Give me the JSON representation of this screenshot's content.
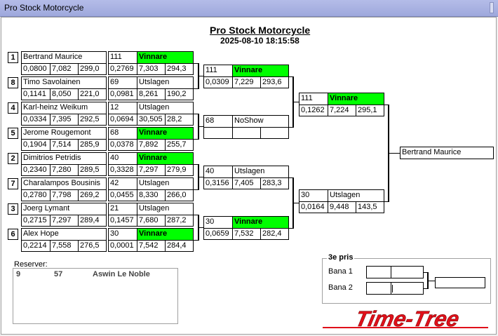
{
  "window": {
    "title": "Pro Stock Motorcycle"
  },
  "header": {
    "title": "Pro Stock Motorcycle",
    "datetime": "2025-08-10 18:15:58"
  },
  "round1": [
    {
      "seed": "1",
      "name": "Bertrand Maurice",
      "rt": "0,0800",
      "et": "7,082",
      "speed": "299,0",
      "lane": "111",
      "result": "Vinnare",
      "rt2": "0,2769",
      "et2": "7,303",
      "speed2": "294,3"
    },
    {
      "seed": "8",
      "name": "Timo Savolainen",
      "rt": "0,1141",
      "et": "8,050",
      "speed": "221,0",
      "lane": "69",
      "result": "Utslagen",
      "rt2": "0,0981",
      "et2": "8,261",
      "speed2": "190,2"
    },
    {
      "seed": "4",
      "name": "Karl-heinz Weikum",
      "rt": "0,0334",
      "et": "7,395",
      "speed": "292,5",
      "lane": "12",
      "result": "Utslagen",
      "rt2": "0,0694",
      "et2": "30,505",
      "speed2": "28,2"
    },
    {
      "seed": "5",
      "name": "Jerome Rougemont",
      "rt": "0,1904",
      "et": "7,514",
      "speed": "285,9",
      "lane": "68",
      "result": "Vinnare",
      "rt2": "0,0378",
      "et2": "7,892",
      "speed2": "255,7"
    },
    {
      "seed": "2",
      "name": "Dimitrios Petridis",
      "rt": "0,2340",
      "et": "7,280",
      "speed": "289,5",
      "lane": "40",
      "result": "Vinnare",
      "rt2": "0,3328",
      "et2": "7,297",
      "speed2": "279,9"
    },
    {
      "seed": "7",
      "name": "Charalampos Bousinis",
      "rt": "0,2780",
      "et": "7,798",
      "speed": "269,2",
      "lane": "42",
      "result": "Utslagen",
      "rt2": "0,0455",
      "et2": "8,330",
      "speed2": "266,0"
    },
    {
      "seed": "3",
      "name": "Joerg Lymant",
      "rt": "0,2715",
      "et": "7,297",
      "speed": "289,4",
      "lane": "21",
      "result": "Utslagen",
      "rt2": "0,1457",
      "et2": "7,680",
      "speed2": "287,2"
    },
    {
      "seed": "6",
      "name": "Alex Hope",
      "rt": "0,2214",
      "et": "7,558",
      "speed": "276,5",
      "lane": "30",
      "result": "Vinnare",
      "rt2": "0,0001",
      "et2": "7,542",
      "speed2": "284,4"
    }
  ],
  "round2": [
    {
      "lane": "111",
      "result": "Vinnare",
      "rt": "0,0309",
      "et": "7,229",
      "speed": "293,6"
    },
    {
      "lane": "68",
      "result": "NoShow",
      "rt": "",
      "et": "",
      "speed": ""
    },
    {
      "lane": "40",
      "result": "Utslagen",
      "rt": "0,3156",
      "et": "7,405",
      "speed": "283,3"
    },
    {
      "lane": "30",
      "result": "Vinnare",
      "rt": "0,0659",
      "et": "7,532",
      "speed": "282,4"
    }
  ],
  "round3": [
    {
      "lane": "111",
      "result": "Vinnare",
      "rt": "0,1262",
      "et": "7,224",
      "speed": "295,1"
    },
    {
      "lane": "30",
      "result": "Utslagen",
      "rt": "0,0164",
      "et": "9,448",
      "speed": "143,5"
    }
  ],
  "winner": {
    "name": "Bertrand Maurice"
  },
  "reserves": {
    "label": "Reserver:",
    "items": [
      {
        "no": "9",
        "lane": "57",
        "name": "Aswin Le Noble"
      }
    ]
  },
  "third_place": {
    "title": "3e pris",
    "lane1": "Bana 1",
    "lane2": "Bana 2"
  },
  "logo": {
    "text": "Time-Tree",
    "color": "#e0101a"
  },
  "colors": {
    "winner_bg": "#00ff00"
  }
}
